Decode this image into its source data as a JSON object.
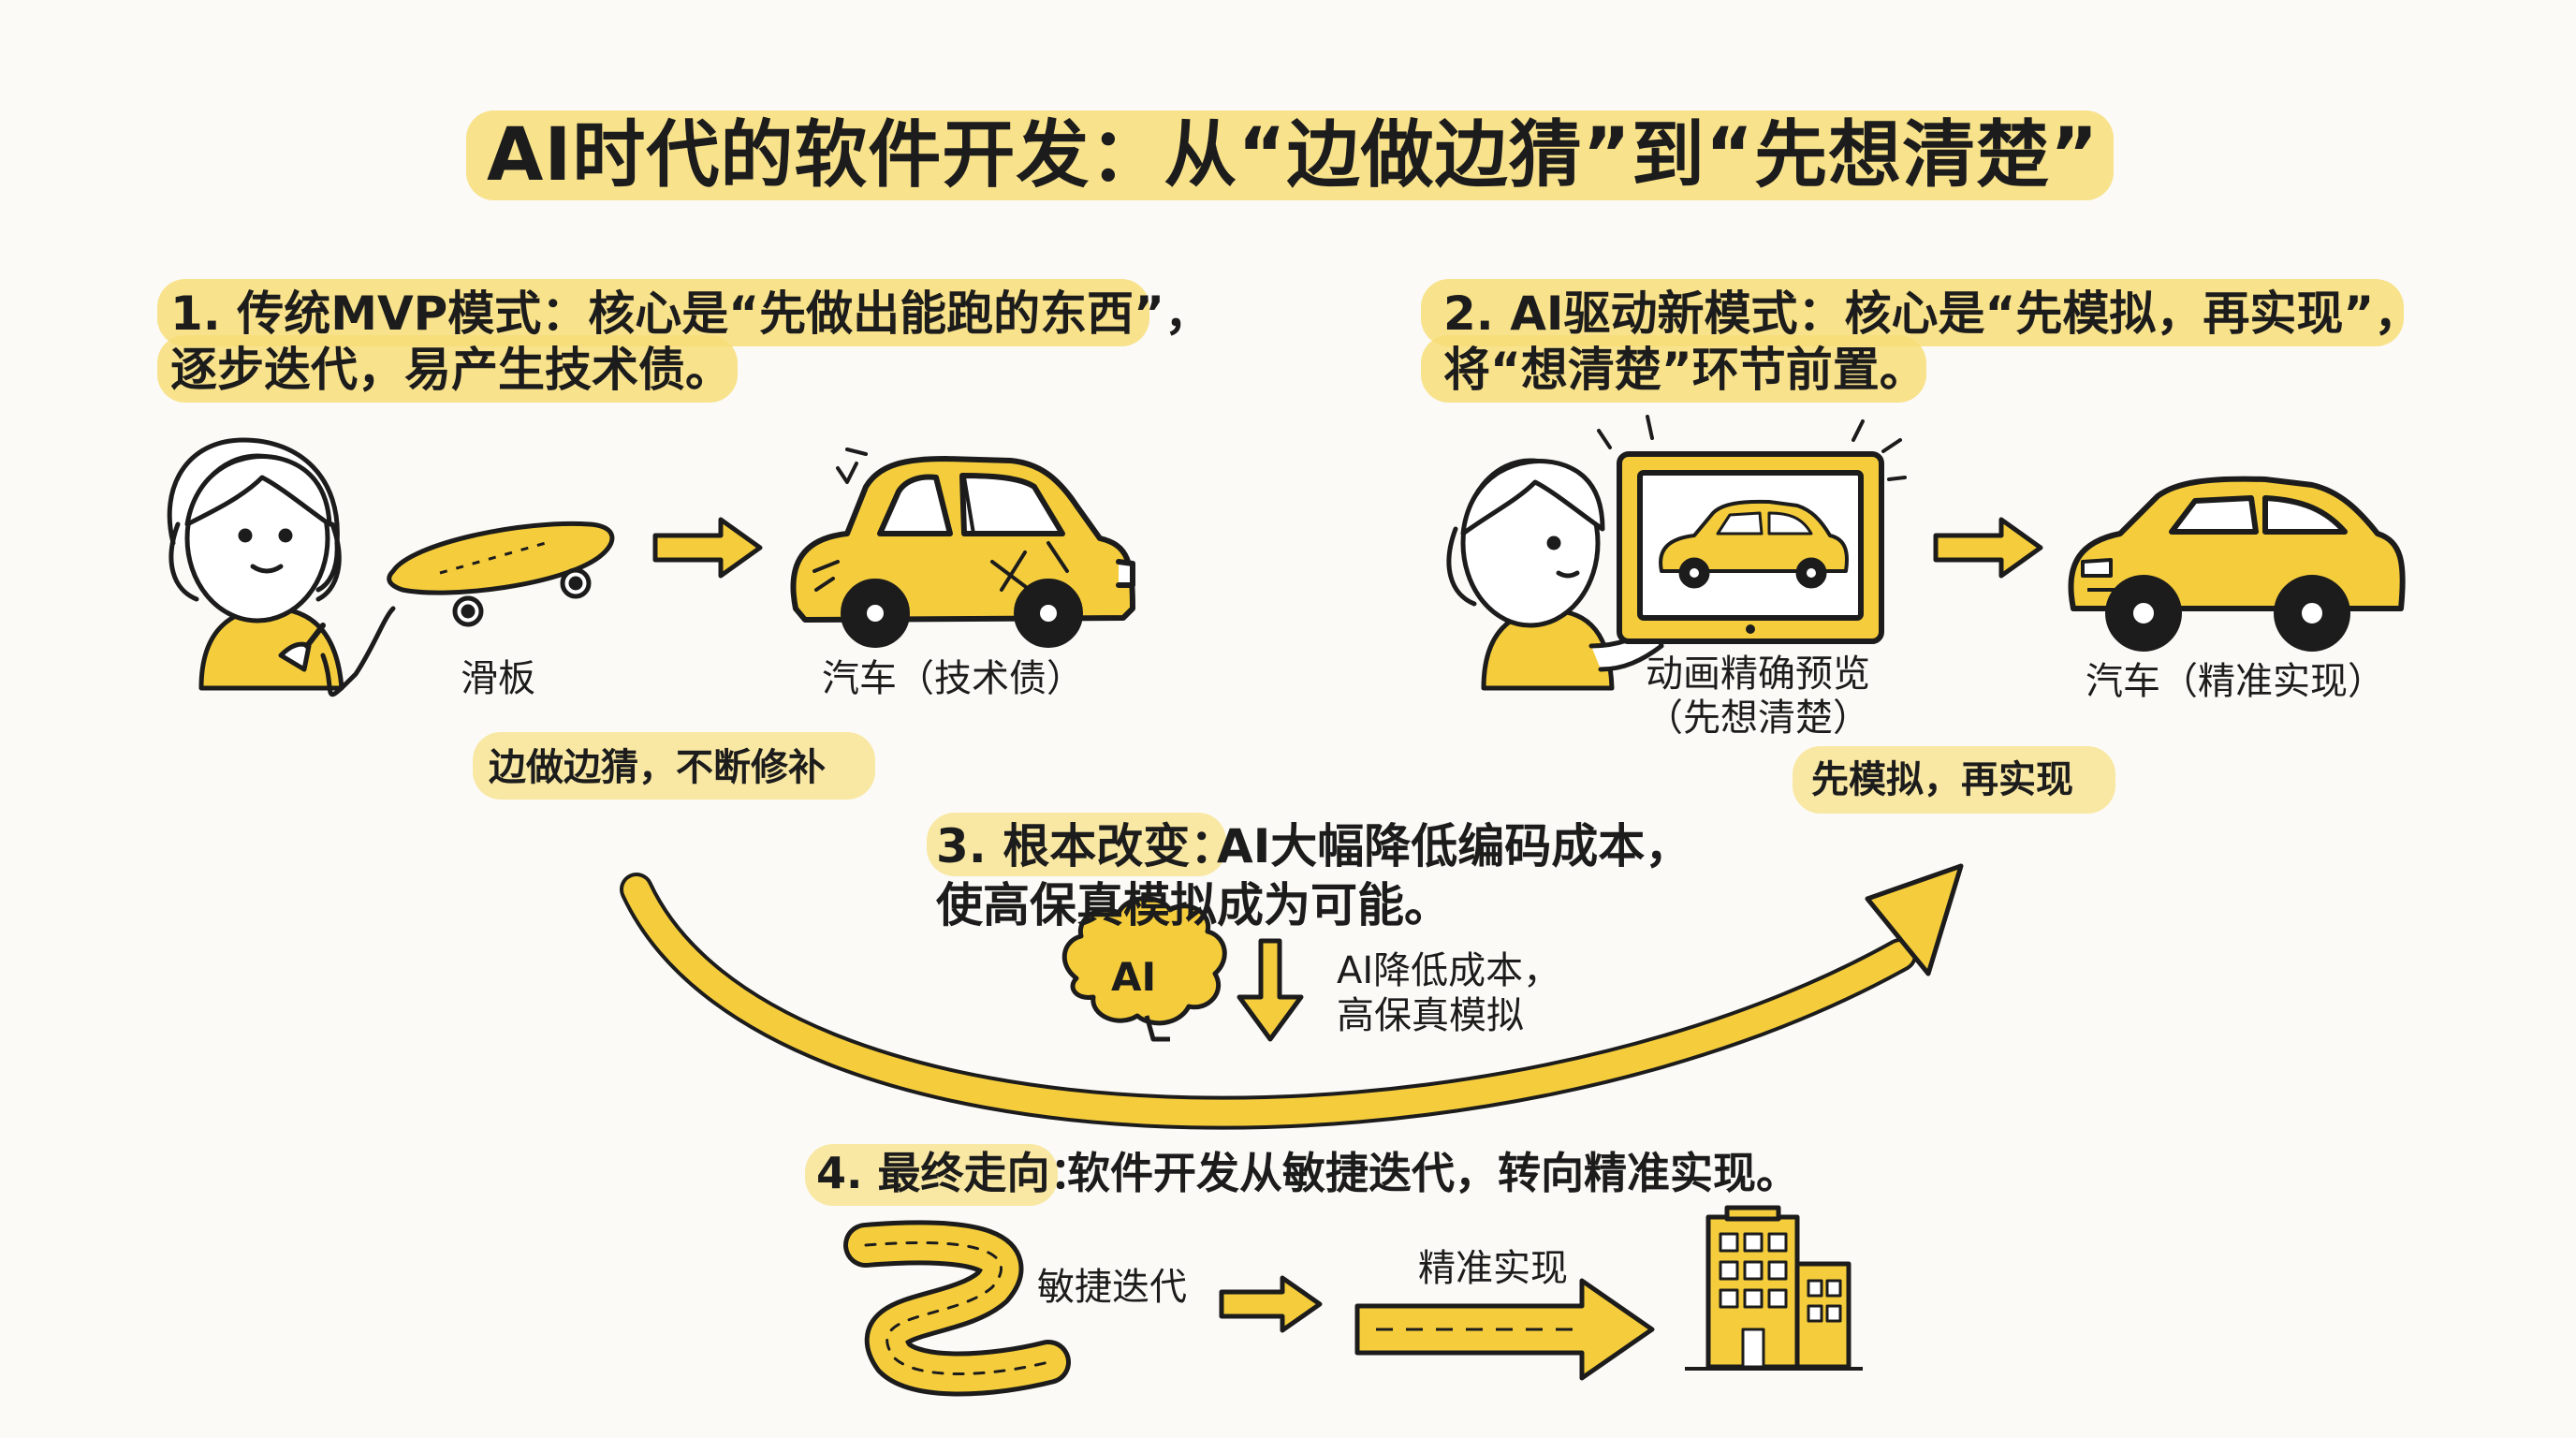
{
  "title": "AI时代的软件开发：从“边做边猜”到“先想清楚”",
  "section1": {
    "line1": "1. 传统MVP模式：核心是“先做出能跑的东西”，",
    "line2": "逐步迭代，易产生技术债。",
    "label_skateboard": "滑板",
    "label_car": "汽车（技术债）",
    "tag": "边做边猜，不断修补"
  },
  "section2": {
    "line1": "2. AI驱动新模式：核心是“先模拟，再实现”，",
    "line2": "将“想清楚”环节前置。",
    "label_preview_line1": "动画精确预览",
    "label_preview_line2": "（先想清楚）",
    "label_car": "汽车（精准实现）",
    "tag": "先模拟，再实现"
  },
  "section3": {
    "prefix": "3. 根本改变：",
    "line1_rest": "AI大幅降低编码成本，",
    "line2": "使高保真模拟成为可能。",
    "brain_text": "AI",
    "side_line1": "AI降低成本，",
    "side_line2": "高保真模拟"
  },
  "section4": {
    "prefix": "4. 最终走向：",
    "rest": "软件开发从敏捷迭代，转向精准实现。",
    "label_agile": "敏捷迭代",
    "label_precise": "精准实现"
  },
  "colors": {
    "yellow": "#f5cd3c",
    "highlight": "#f7dd78",
    "ink": "#1c1c1c",
    "background": "#fbfaf6"
  }
}
